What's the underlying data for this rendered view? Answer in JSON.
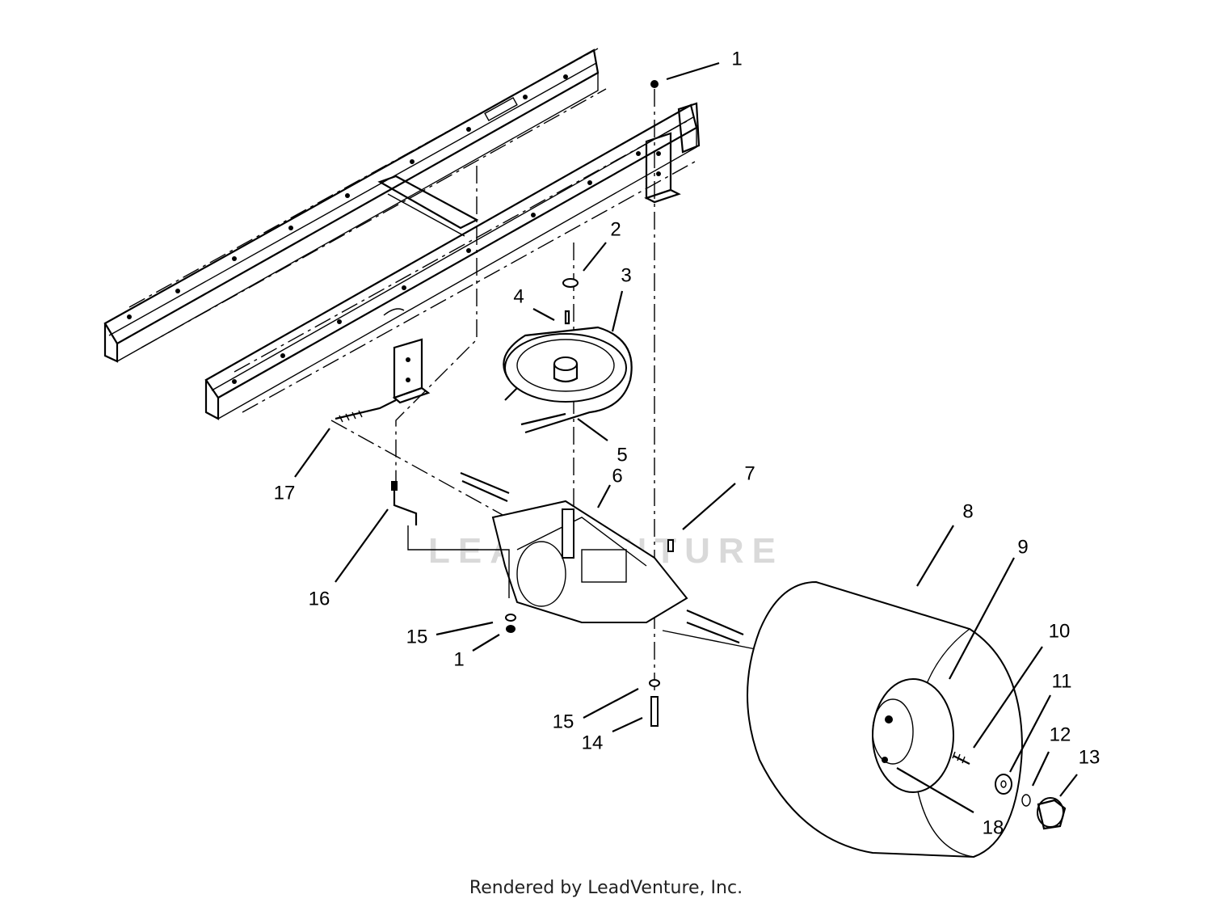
{
  "watermark": "LEADVENTURE",
  "footer": "Rendered by LeadVenture, Inc.",
  "callouts": [
    {
      "id": "1a",
      "label": "1"
    },
    {
      "id": "2",
      "label": "2"
    },
    {
      "id": "3",
      "label": "3"
    },
    {
      "id": "4",
      "label": "4"
    },
    {
      "id": "5",
      "label": "5"
    },
    {
      "id": "6",
      "label": "6"
    },
    {
      "id": "7",
      "label": "7"
    },
    {
      "id": "8",
      "label": "8"
    },
    {
      "id": "9",
      "label": "9"
    },
    {
      "id": "10",
      "label": "10"
    },
    {
      "id": "11",
      "label": "11"
    },
    {
      "id": "12",
      "label": "12"
    },
    {
      "id": "13",
      "label": "13"
    },
    {
      "id": "14",
      "label": "14"
    },
    {
      "id": "15a",
      "label": "15"
    },
    {
      "id": "15b",
      "label": "15"
    },
    {
      "id": "1b",
      "label": "1"
    },
    {
      "id": "16",
      "label": "16"
    },
    {
      "id": "17",
      "label": "17"
    },
    {
      "id": "18",
      "label": "18"
    }
  ]
}
